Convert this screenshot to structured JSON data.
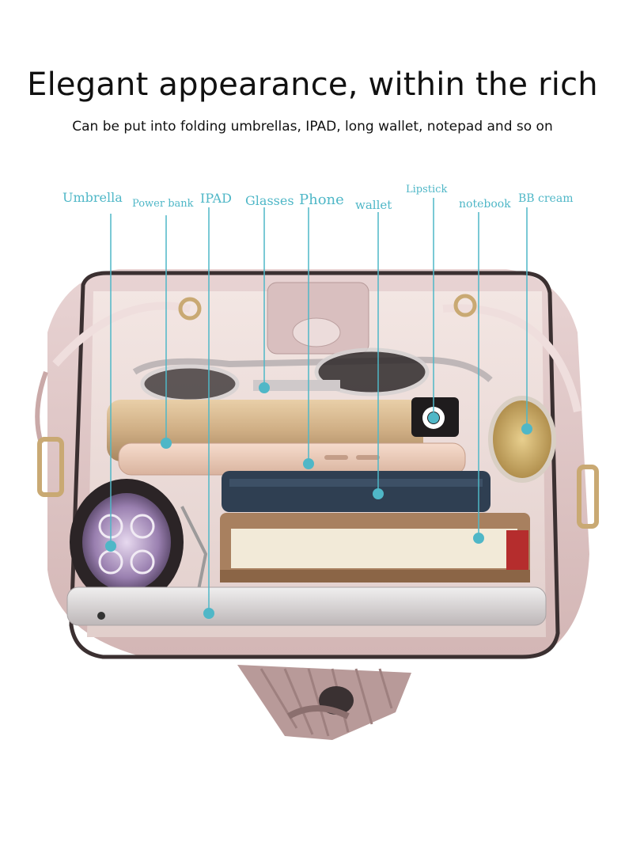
{
  "headline": "Elegant appearance, within the rich",
  "subheadline": "Can be put into folding umbrellas, IPAD, long wallet, notepad and so on",
  "accent_color": "#4fb7c7",
  "callouts": {
    "umbrella": "Umbrella",
    "power_bank": "Power bank",
    "ipad": "IPAD",
    "glasses": "Glasses",
    "phone": "Phone",
    "wallet": "wallet",
    "lipstick": "Lipstick",
    "notebook": "notebook",
    "bb_cream": "BB cream"
  }
}
